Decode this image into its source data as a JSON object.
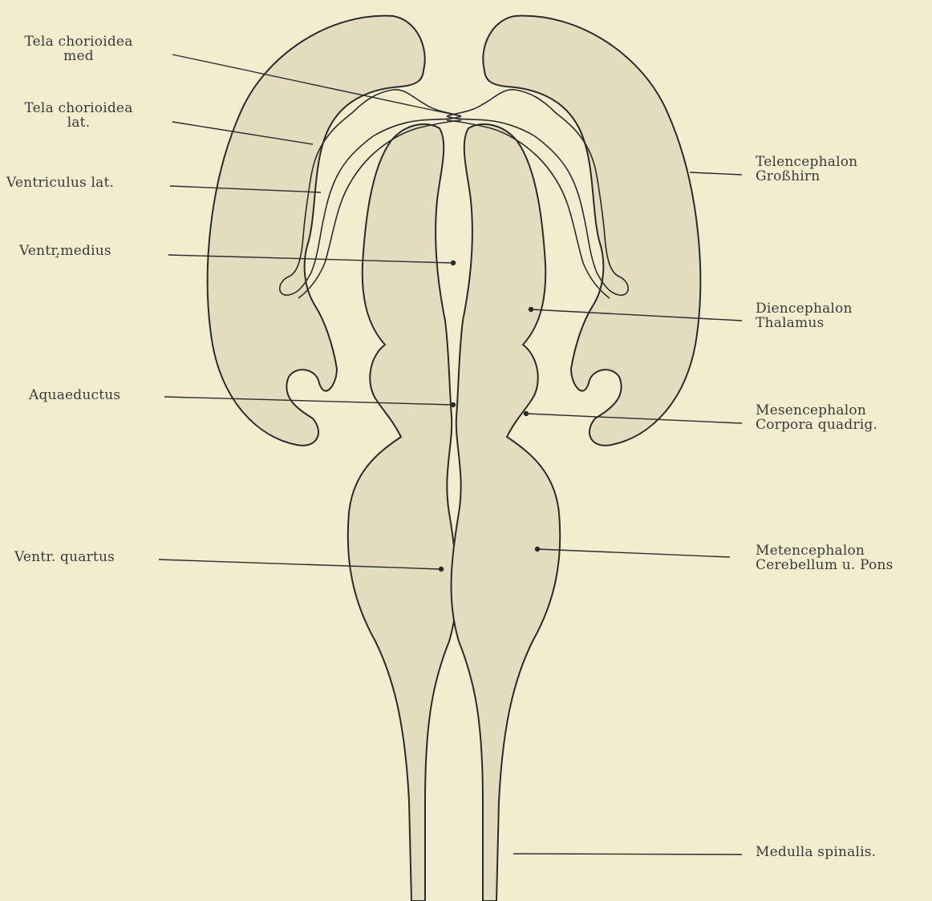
{
  "colors": {
    "background": "#f3edcf",
    "tissue_fill": "#e3dcbe",
    "outline": "#2b2b2b",
    "text": "#3a3a38"
  },
  "labels": {
    "tela_med": [
      "Tela  chorioidea",
      "med"
    ],
    "tela_lat": [
      "Tela  chorioidea",
      "lat."
    ],
    "ventr_lat": "Ventriculus lat.",
    "ventr_medius": "Ventr.̧medius",
    "aquaeductus": "Aquaeductus",
    "ventr_quartus": "Ventr. quartus",
    "telencephalon": [
      "Telencephalon",
      "Großhirn"
    ],
    "diencephalon": [
      "Diencephalon",
      "Thalamus"
    ],
    "mesencephalon": [
      "Mesencephalon",
      "Corpora quadrig."
    ],
    "metencephalon": [
      "Metencephalon",
      "Cerebellum u. Pons"
    ],
    "medulla": "Medulla spinalis."
  }
}
